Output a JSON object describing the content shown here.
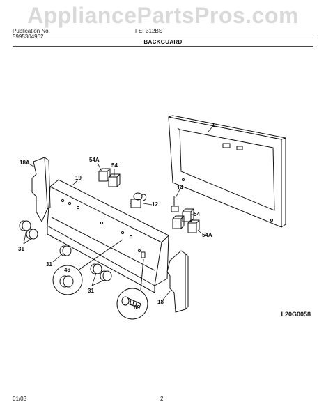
{
  "watermark": "AppliancePartsPros.com",
  "header": {
    "pub_label": "Publication No.",
    "pub_number": "5995304962",
    "model": "FEF312BS",
    "section": "BACKGUARD"
  },
  "callouts": {
    "p1": "1",
    "p18a": "18A",
    "p19": "19",
    "p54a_top": "54A",
    "p54_top": "54",
    "p14": "14",
    "p12": "12",
    "p54_right": "54",
    "p54a_right": "54A",
    "p31_left": "31",
    "p31_mid": "31",
    "p46": "46",
    "p31_bottom": "31",
    "p69": "69",
    "p18": "18"
  },
  "drawing_code": "L20G0058",
  "footer": {
    "date": "01/03",
    "page": "2"
  }
}
